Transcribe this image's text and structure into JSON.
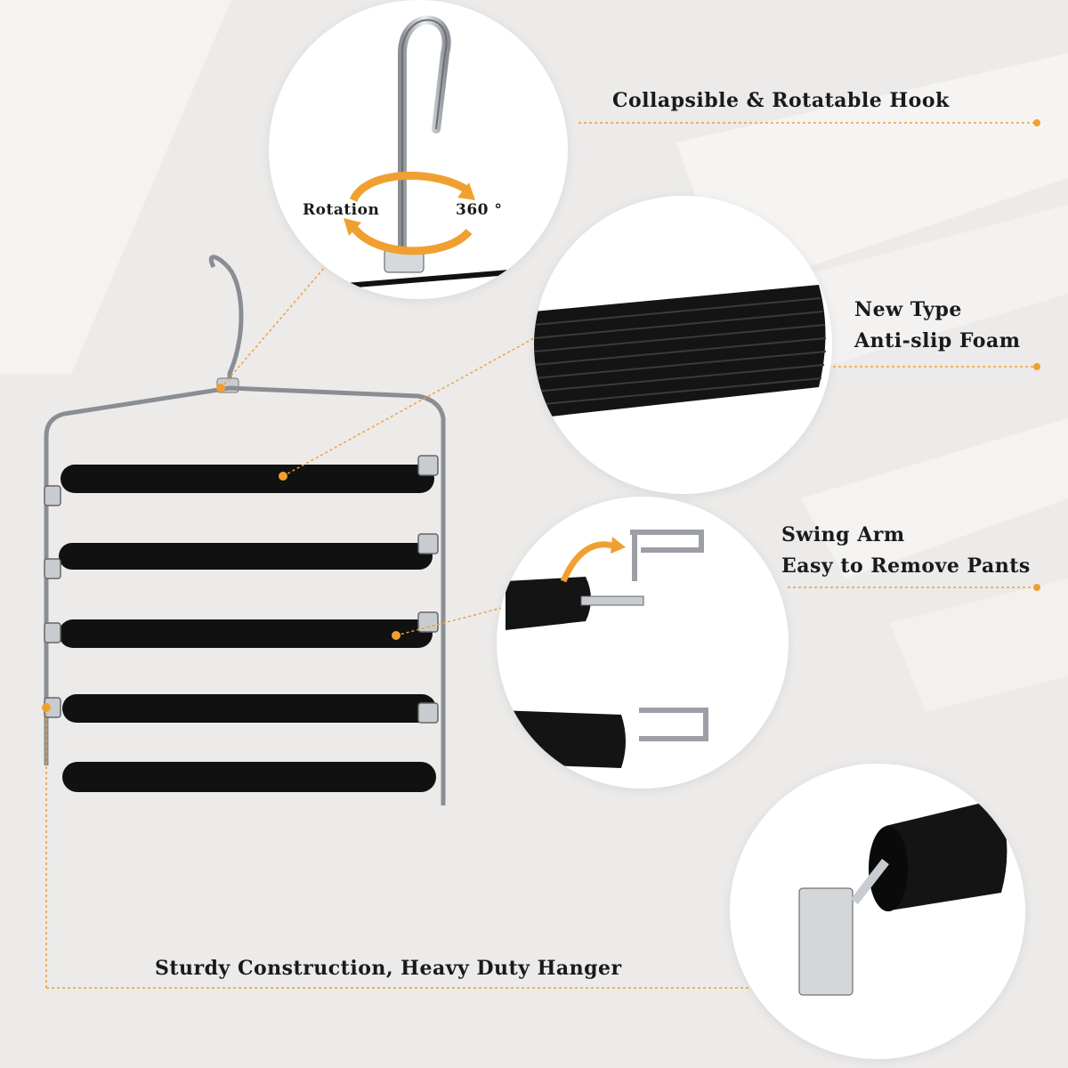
{
  "features": {
    "hook": "Collapsible & Rotatable Hook",
    "foam_line1": "New Type",
    "foam_line2": "Anti-slip Foam",
    "swing_line1": "Swing Arm",
    "swing_line2": "Easy to Remove Pants",
    "sturdy": "Sturdy Construction, Heavy Duty Hanger"
  },
  "hook_detail": {
    "rotation_label": "Rotation",
    "degree_label": "360 °"
  },
  "colors": {
    "accent": "#f0a030",
    "foam": "#111111",
    "metal": "#b8bcc0",
    "background": "#ecebea"
  }
}
